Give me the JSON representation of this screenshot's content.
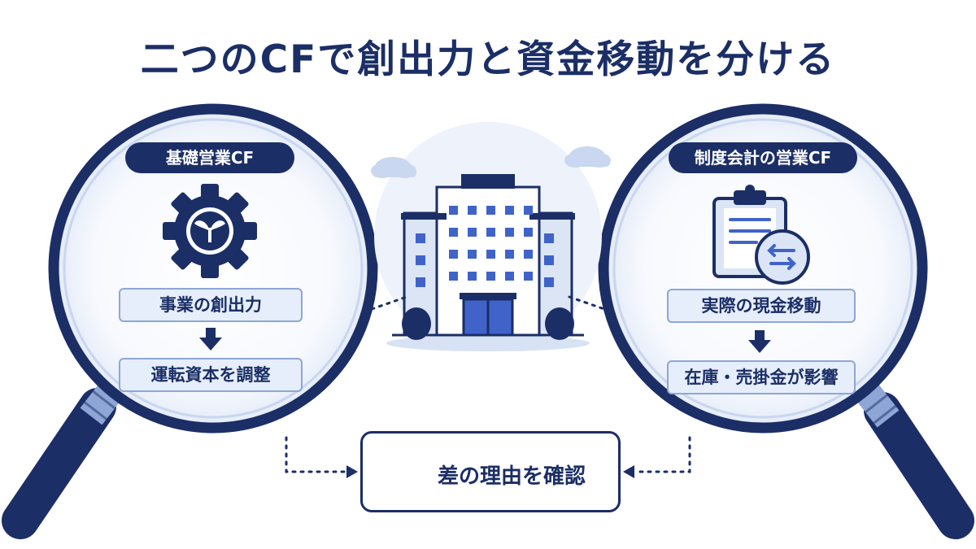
{
  "title": "二つのCFで創出力と資金移動を分ける",
  "left": {
    "header": "基礎営業CF",
    "step1": "事業の創出力",
    "step2": "運転資本を調整",
    "icon": "gear-sprout-icon"
  },
  "right": {
    "header": "制度会計の営業CF",
    "step1": "実際の現金移動",
    "step2": "在庫・売掛金が影響",
    "icon": "clipboard-exchange-icon"
  },
  "bottom": {
    "label": "差の理由を確認",
    "icon": "magnifier-icon"
  },
  "colors": {
    "navy": "#1b2e66",
    "light_blue": "#e6eefb",
    "accent_blue": "#3f63c9"
  }
}
